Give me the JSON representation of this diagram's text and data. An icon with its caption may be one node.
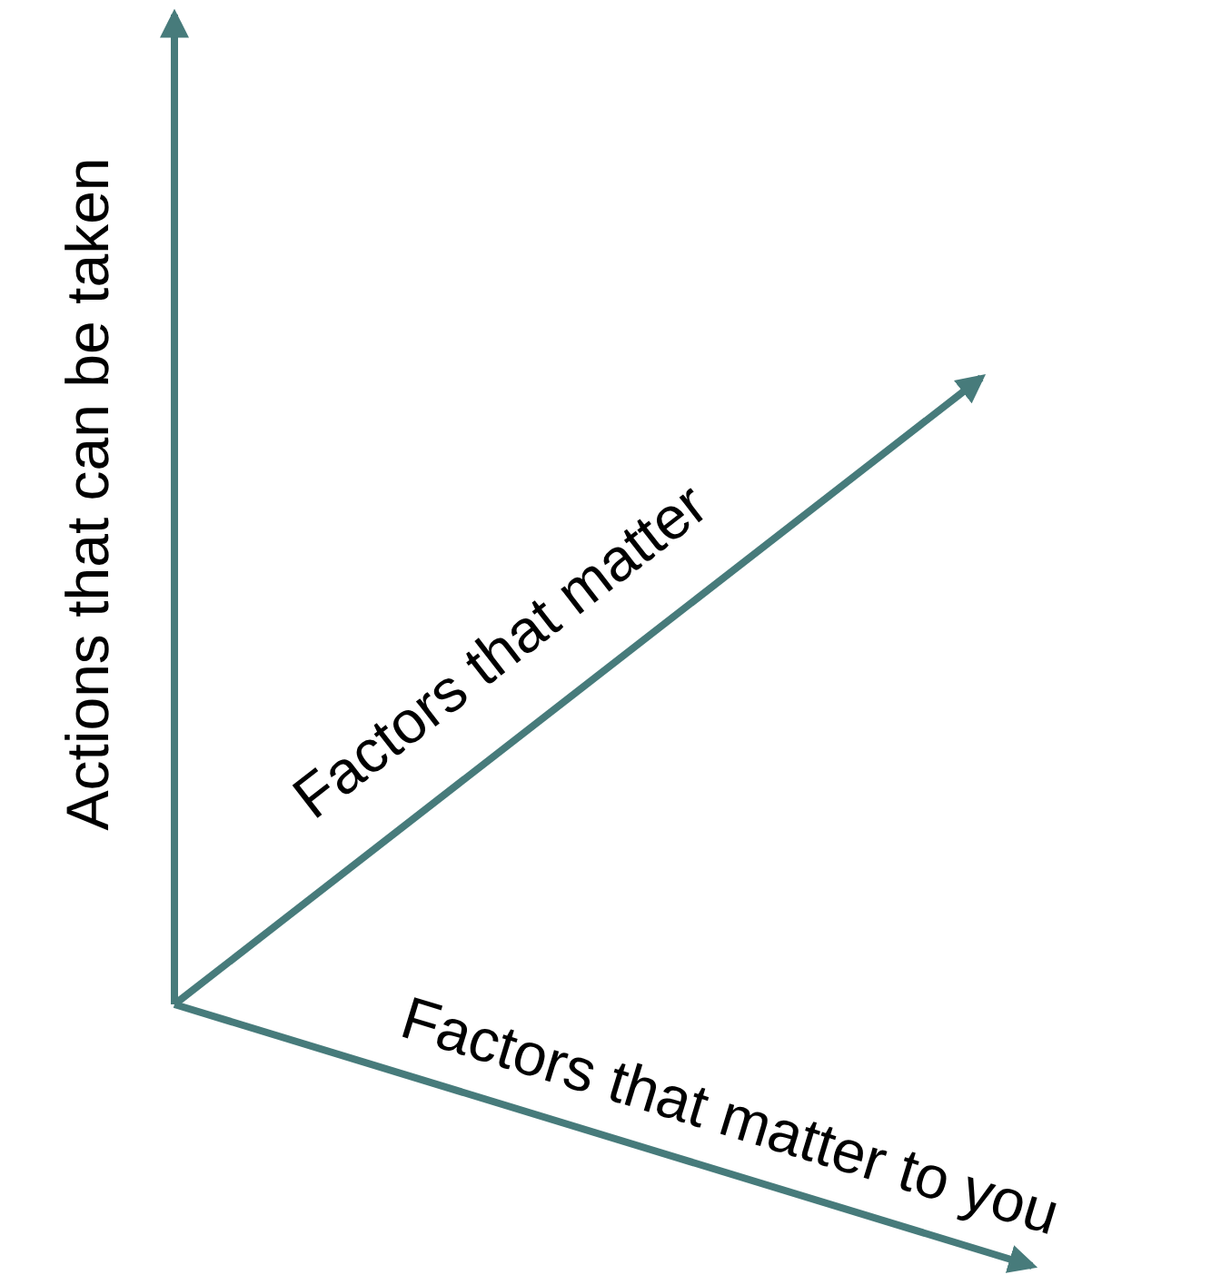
{
  "diagram": {
    "labels": [
      "Actions that can be taken",
      "Factors that matter",
      "Factors that matter to you"
    ]
  }
}
